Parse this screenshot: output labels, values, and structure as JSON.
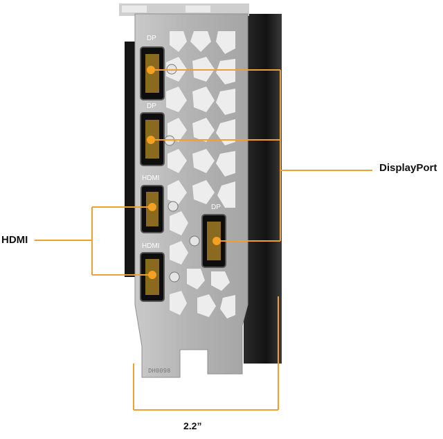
{
  "labels": {
    "displayport": "DisplayPort",
    "hdmi": "HDMI",
    "width": "2.2”"
  },
  "ports": [
    {
      "type": "DP"
    },
    {
      "type": "DP"
    },
    {
      "type": "HDMI"
    },
    {
      "type": "HDMI"
    },
    {
      "type": "DP"
    }
  ],
  "bracket": {
    "part_number": "DH0098"
  },
  "colors": {
    "callout": "#f0a030",
    "bracket": "#b8b8b8",
    "cooler": "#1a1a1a"
  }
}
